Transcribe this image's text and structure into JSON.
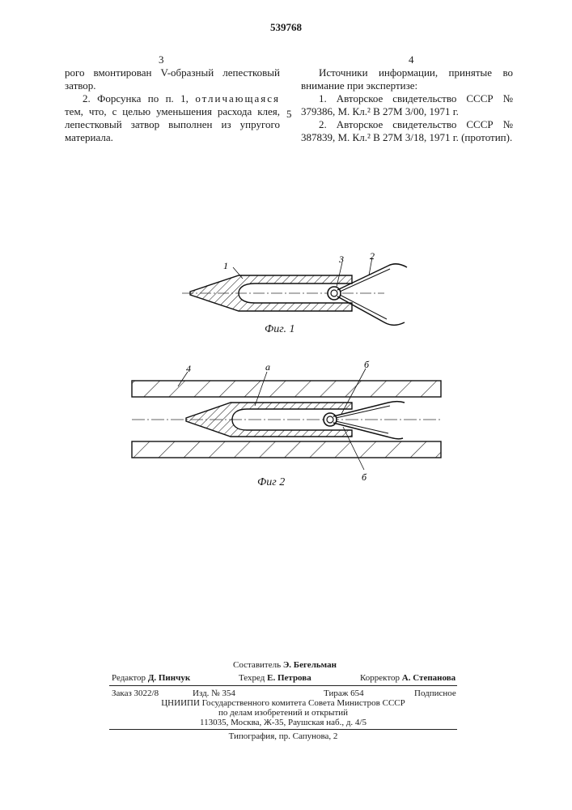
{
  "header": {
    "patent_number": "539768",
    "left_column_number": "3",
    "right_column_number": "4"
  },
  "left_column": {
    "para1": "рого вмонтирован V-образный лепестковый затвор.",
    "para2_start": "2. Форсунка по п. 1,",
    "para2_spaced": "отличающаяся",
    "para2_rest": "тем, что, с целью уменьшения расхода клея, лепестковый затвор выполнен из упругого материала."
  },
  "margin_line_number": "5",
  "right_column": {
    "heading": "Источники информации, принятые во внимание при экспертизе:",
    "ref1": "1. Авторское свидетельство СССР № 379386, М. Кл.² В 27М 3/00, 1971 г.",
    "ref2": "2. Авторское свидетельство СССР № 387839, М. Кл.² В 27М 3/18, 1971 г. (прототип)."
  },
  "figure1": {
    "caption": "Фиг. 1",
    "labels": [
      "1",
      "3",
      "2"
    ]
  },
  "figure2": {
    "caption": "Фиг 2",
    "labels": [
      "4",
      "а",
      "б",
      "б"
    ]
  },
  "imprint": {
    "compiler_label": "Составитель",
    "compiler_name": "Э. Бегельман",
    "editor_label": "Редактор",
    "editor_name": "Д. Пинчук",
    "techred_label": "Техред",
    "techred_name": "Е. Петрова",
    "corrector_label": "Корректор",
    "corrector_name": "А. Степанова",
    "order": "Заказ 3022/8",
    "edition": "Изд. № 354",
    "print_run": "Тираж 654",
    "subscription": "Подписное",
    "org_line1": "ЦНИИПИ Государственного комитета Совета Министров СССР",
    "org_line2": "по делам изобретений и открытий",
    "org_address": "113035, Москва, Ж-35, Раушская наб., д. 4/5",
    "printer": "Типография, пр. Сапунова, 2"
  }
}
